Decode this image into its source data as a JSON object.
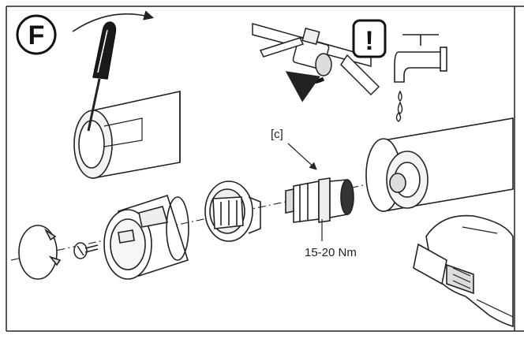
{
  "panel": {
    "step_letter": "F",
    "warning_symbol": "!",
    "part_label": "[c]",
    "torque_label": "15-20 Nm"
  },
  "icons": [
    "screwdriver-icon",
    "shutoff-valve-icon",
    "rotate-arrow-icon",
    "warning-icon",
    "faucet-icon",
    "water-drops-icon",
    "wrench-icon"
  ]
}
